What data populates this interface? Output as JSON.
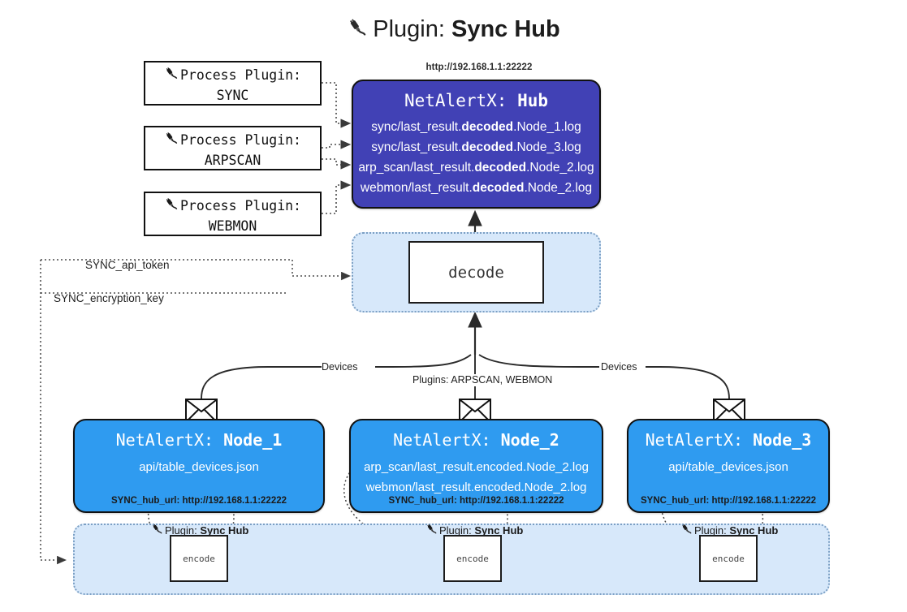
{
  "header": {
    "icon": "plug-icon",
    "prefix": "Plugin: ",
    "name": "Sync Hub"
  },
  "hub": {
    "url_label": "http://192.168.1.1:22222",
    "title_prefix": "NetAlertX: ",
    "title_name": "Hub",
    "color": "#4141b5",
    "logs": [
      {
        "pre": "sync/last_result.",
        "mid": "decoded",
        "post": ".Node_1.log"
      },
      {
        "pre": "sync/last_result.",
        "mid": "decoded",
        "post": ".Node_3.log"
      },
      {
        "pre": "arp_scan/last_result.",
        "mid": "decoded",
        "post": ".Node_2.log"
      },
      {
        "pre": "webmon/last_result.",
        "mid": "decoded",
        "post": ".Node_2.log"
      }
    ]
  },
  "process_plugins": [
    {
      "icon": "plug-icon",
      "line1": "Process Plugin:",
      "line2": "SYNC"
    },
    {
      "icon": "plug-icon",
      "line1": "Process Plugin:",
      "line2": "ARPSCAN"
    },
    {
      "icon": "plug-icon",
      "line1": "Process Plugin:",
      "line2": "WEBMON"
    }
  ],
  "decode": {
    "label": "decode",
    "container_color": "#d7e8fa"
  },
  "flow_labels": {
    "devices_left": "Devices",
    "devices_right": "Devices",
    "plugins_mid": "Plugins: ARPSCAN, WEBMON",
    "api_token": "SYNC_api_token",
    "encryption_key": "SYNC_encryption_key"
  },
  "nodes": [
    {
      "title_prefix": "NetAlertX: ",
      "title_name": "Node_1",
      "lines": [
        {
          "pre": "api/table_devices.json",
          "mid": "",
          "post": ""
        }
      ],
      "url": "SYNC_hub_url: http://192.168.1.1:22222",
      "envelope_icon": "envelope-icon",
      "color": "#2f9bf0"
    },
    {
      "title_prefix": "NetAlertX: ",
      "title_name": "Node_2",
      "lines": [
        {
          "pre": "arp_scan/last_result.encoded.Node_2.log",
          "mid": "",
          "post": ""
        },
        {
          "pre": "webmon/last_result.encoded.Node_2.log",
          "mid": "",
          "post": ""
        }
      ],
      "url": "SYNC_hub_url: http://192.168.1.1:22222",
      "envelope_icon": "envelope-icon",
      "color": "#2f9bf0"
    },
    {
      "title_prefix": "NetAlertX: ",
      "title_name": "Node_3",
      "lines": [
        {
          "pre": "api/table_devices.json",
          "mid": "",
          "post": ""
        }
      ],
      "url": "SYNC_hub_url: http://192.168.1.1:22222",
      "envelope_icon": "envelope-icon",
      "color": "#2f9bf0"
    }
  ],
  "sync_hub_plugins": [
    {
      "icon": "plug-icon",
      "prefix": "Plugin: ",
      "name": "Sync Hub",
      "encode_label": "encode"
    },
    {
      "icon": "plug-icon",
      "prefix": "Plugin: ",
      "name": "Sync Hub",
      "encode_label": "encode"
    },
    {
      "icon": "plug-icon",
      "prefix": "Plugin: ",
      "name": "Sync Hub",
      "encode_label": "encode"
    }
  ]
}
